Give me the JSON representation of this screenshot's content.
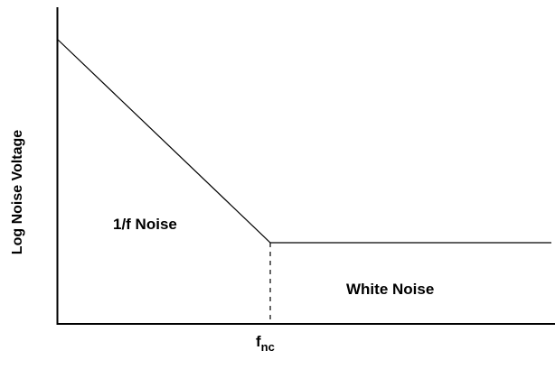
{
  "chart_data": {
    "type": "line",
    "ylabel": "Log Noise Voltage",
    "xlabel": "",
    "x_tick": {
      "main": "f",
      "subscript": "nc"
    },
    "regions": [
      {
        "name": "one-over-f",
        "label": "1/f Noise"
      },
      {
        "name": "white",
        "label": "White Noise"
      }
    ],
    "series": [
      {
        "segments": [
          "sloped decreasing line (1/f region)",
          "flat horizontal line (white region)"
        ]
      }
    ],
    "corner_marker": "dashed vertical line at corner frequency",
    "grid": false,
    "legend": "none",
    "colors": {
      "line": "#000000",
      "background": "#ffffff"
    }
  }
}
